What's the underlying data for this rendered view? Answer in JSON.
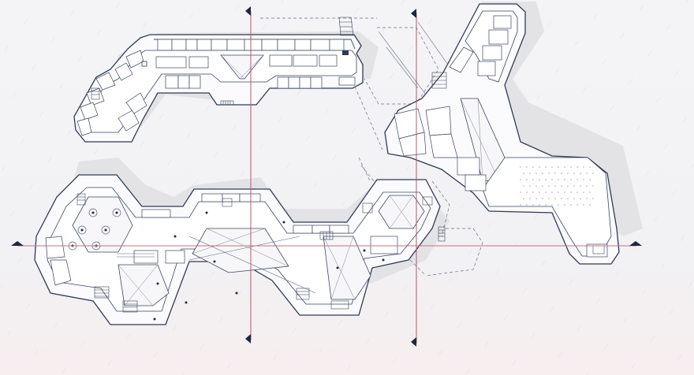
{
  "drawing": {
    "type": "architectural floor plans",
    "colors": {
      "background": "#f3f3f5",
      "linework": "#2f3a55",
      "section_lines": "#b35a68",
      "shadow": "#e3e3e6"
    },
    "plans": [
      "upper-left-floor",
      "upper-right-floor",
      "lower-floor"
    ],
    "section_markers": [
      "arrow-marker",
      "arrow-marker",
      "arrow-marker",
      "arrow-marker",
      "arrow-marker",
      "arrow-marker"
    ]
  }
}
